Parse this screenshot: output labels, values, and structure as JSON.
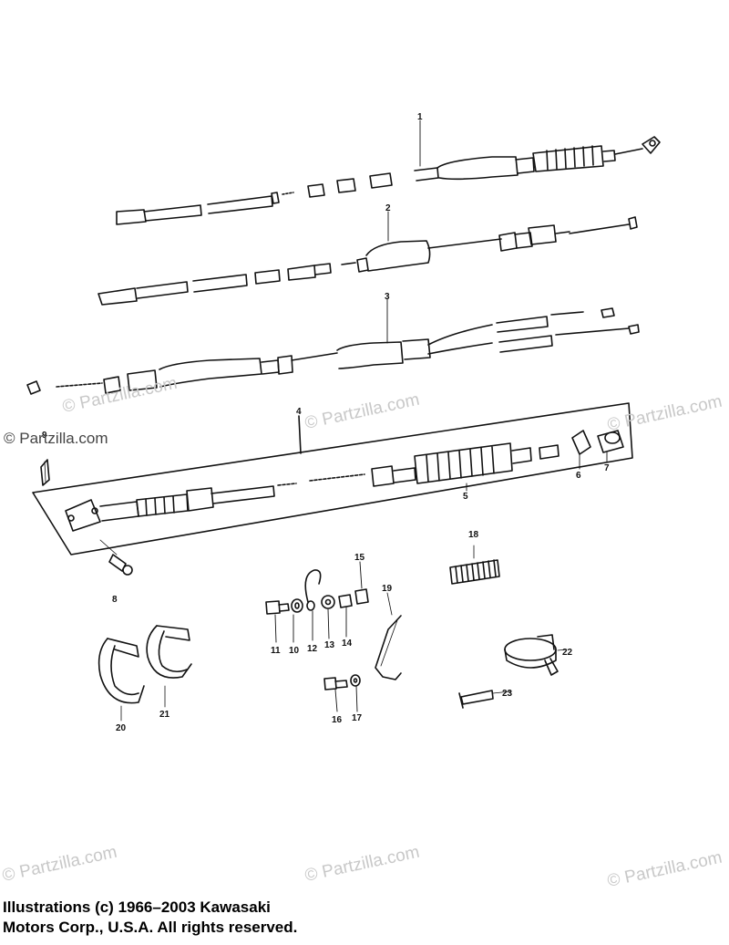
{
  "watermark": {
    "text": "© Partzilla.com",
    "short_text": "© Partzilla.com"
  },
  "copyright": {
    "line1": "Illustrations (c) 1966–2003 Kawasaki",
    "line2": "Motors Corp., U.S.A.  All rights reserved."
  },
  "callouts": [
    "1",
    "2",
    "3",
    "4",
    "5",
    "6",
    "7",
    "8",
    "9",
    "10",
    "11",
    "12",
    "13",
    "14",
    "15",
    "16",
    "17",
    "18",
    "19",
    "20",
    "21",
    "22",
    "23"
  ],
  "colors": {
    "line": "#111111",
    "watermark": "#c8c8c8",
    "background": "#ffffff"
  }
}
